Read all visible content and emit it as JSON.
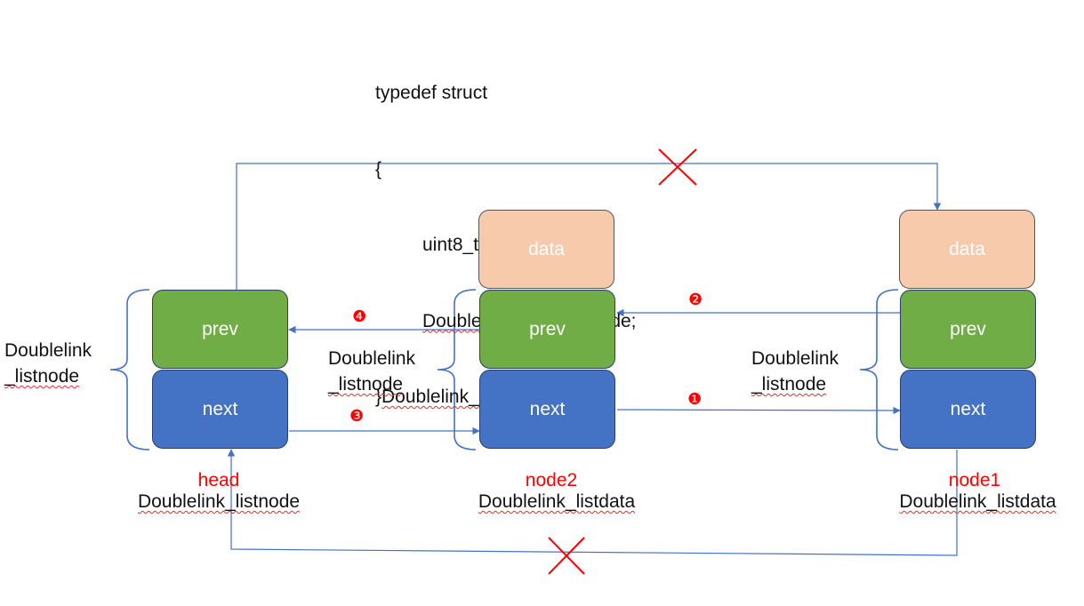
{
  "code": {
    "line1": "typedef struct",
    "line2": "{",
    "line3": "uint8_t data;",
    "line4_a": "Doublelink_listnode",
    "line4_b": " node;",
    "line5_a": "}",
    "line5_b": "Doublelink_listdata",
    "line5_c": ";"
  },
  "nodes": {
    "head": {
      "prev": "prev",
      "next": "next",
      "name": "head",
      "type": "Doublelink_listnode",
      "brace_label_1": "Doublelink",
      "brace_label_2": "_listnode"
    },
    "node2": {
      "data": "data",
      "prev": "prev",
      "next": "next",
      "name": "node2",
      "type": "Doublelink_listdata",
      "brace_label_1": "Doublelink",
      "brace_label_2": "_listnode"
    },
    "node1": {
      "data": "data",
      "prev": "prev",
      "next": "next",
      "name": "node1",
      "type": "Doublelink_listdata",
      "brace_label_1": "Doublelink",
      "brace_label_2": "_listnode"
    }
  },
  "steps": [
    "❶",
    "❷",
    "❸",
    "❹"
  ],
  "colors": {
    "data_fill": "#f7caab",
    "prev_fill": "#70ad47",
    "next_fill": "#4472c4",
    "arrow": "#4472c4",
    "cross": "#ff0000",
    "label_red": "#ff0000"
  }
}
